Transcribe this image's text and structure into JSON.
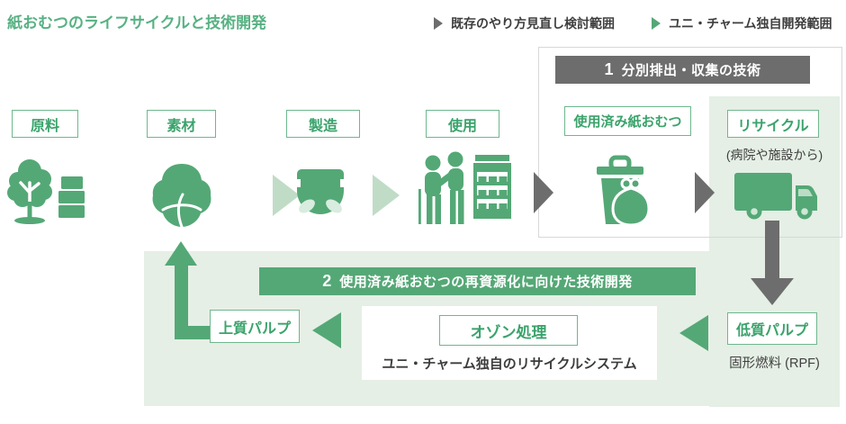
{
  "title": "紙おむつのライフサイクルと技術開発",
  "legend": {
    "items": [
      {
        "label": "既存のやり方見直し検討範囲",
        "marker": "gray-right-triangle",
        "marker_color": "#6d6d6d"
      },
      {
        "label": "ユニ・チャーム独自開発範囲",
        "marker": "green-right-triangle",
        "marker_color": "#54a876"
      }
    ]
  },
  "lifecycle_stages": [
    {
      "label": "原料",
      "icon": "tree-and-oil-drum-icon"
    },
    {
      "label": "素材",
      "icon": "cotton-ball-icon"
    },
    {
      "label": "製造",
      "icon": "diaper-icon"
    },
    {
      "label": "使用",
      "icon": "caregiver-and-shelf-icon"
    },
    {
      "label": "使用済み紙おむつ",
      "icon": "trash-bin-and-bag-icon"
    },
    {
      "label": "リサイクル",
      "caption": "(病院や施設から)",
      "icon": "truck-icon"
    }
  ],
  "box1": {
    "number": "1",
    "title": "分別排出・収集の技術"
  },
  "box2": {
    "number": "2",
    "title": "使用済み紙おむつの再資源化に向けた技術開発"
  },
  "recycling": {
    "high_pulp": "上質パルプ",
    "ozone": "オゾン処理",
    "system_caption": "ユニ・チャーム独自のリサイクルシステム",
    "low_pulp": "低質パルプ",
    "rpf_caption": "固形燃料 (RPF)"
  },
  "colors": {
    "brand_green": "#54a876",
    "title_green": "#57b183",
    "pale_green_panel": "#e5efe5",
    "pale_green_arrow": "#c0dcc6",
    "dark_gray": "#6d6d6d",
    "text_dark": "#3e3e3e",
    "label_green_text": "#3aa36b",
    "box_border_gray": "#d8d8d8"
  }
}
